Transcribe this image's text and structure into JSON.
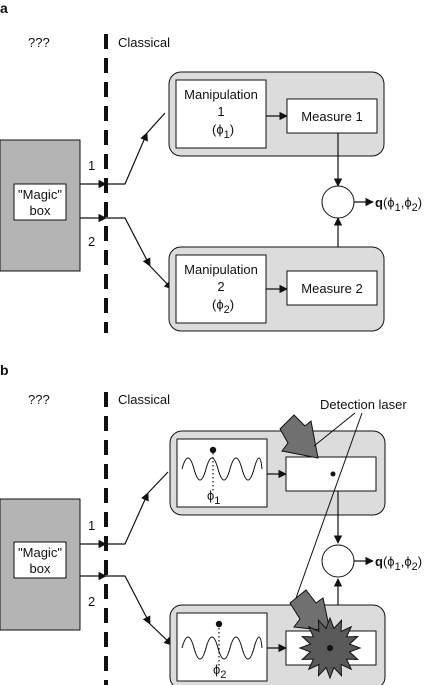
{
  "panel_a": {
    "letter": "a",
    "unknown_label": "???",
    "classical_label": "Classical",
    "magic_box_line1": "\"Magic\"",
    "magic_box_line2": "box",
    "port1": "1",
    "port2": "2",
    "manip1_line1": "Manipulation",
    "manip1_line2": "1",
    "manip1_phi": "(ϕ",
    "manip1_phi_sub": "1",
    "manip1_phi_close": ")",
    "measure1": "Measure 1",
    "manip2_line1": "Manipulation",
    "manip2_line2": "2",
    "manip2_phi": "(ϕ",
    "manip2_phi_sub": "2",
    "manip2_phi_close": ")",
    "measure2": "Measure 2",
    "q_bold": "q",
    "q_rest": "(ϕ",
    "q_sub1": "1",
    "q_mid": ",ϕ",
    "q_sub2": "2",
    "q_close": ")"
  },
  "panel_b": {
    "letter": "b",
    "unknown_label": "???",
    "classical_label": "Classical",
    "detection_laser": "Detection laser",
    "magic_box_line1": "\"Magic\"",
    "magic_box_line2": "box",
    "port1": "1",
    "port2": "2",
    "phi1": "ϕ",
    "phi1_sub": "1",
    "phi2": "ϕ",
    "phi2_sub": "2",
    "q_bold": "q",
    "q_rest": "(ϕ",
    "q_sub1": "1",
    "q_mid": ",ϕ",
    "q_sub2": "2",
    "q_close": ")"
  },
  "colors": {
    "magic_box_fill": "#b4b4b4",
    "outer_panel_fill": "#dcdcdc",
    "arrow_gray": "#707070",
    "burst_gray": "#5a5a5a",
    "line": "#111111"
  }
}
